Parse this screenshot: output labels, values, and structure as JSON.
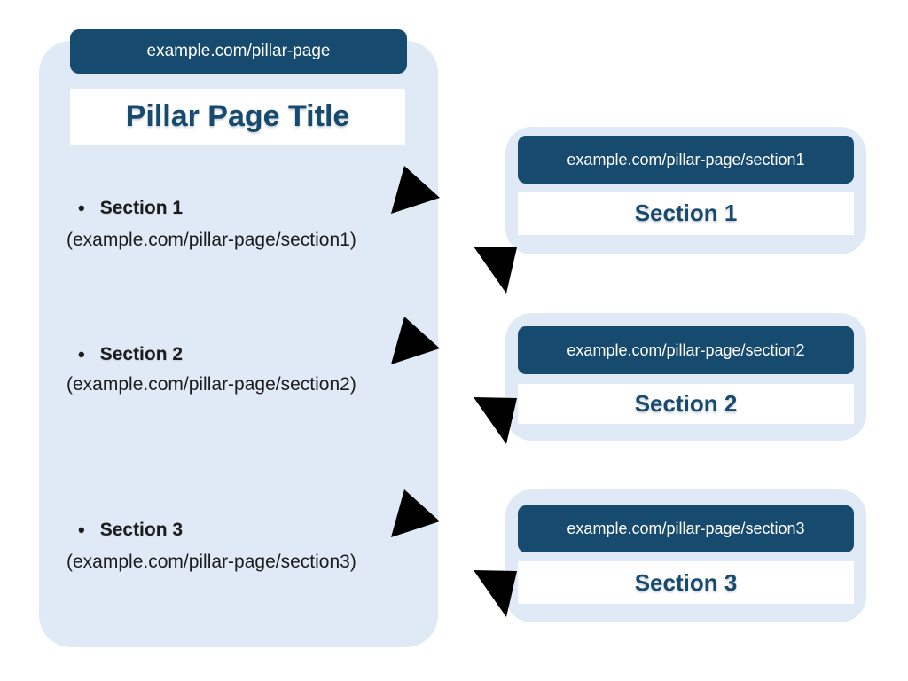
{
  "colors": {
    "bg": "#ffffff",
    "white": "#ffffff",
    "navy": "#164a6e",
    "panel": "#e0eaf7",
    "arrow": "#aac3de",
    "body_text": "#1c1c1c"
  },
  "pillar": {
    "url": "example.com/pillar-page",
    "title": "Pillar Page Title",
    "bullet_char": "•",
    "items": [
      {
        "label": "Section 1",
        "url_note": "(example.com/pillar-page/section1)"
      },
      {
        "label": "Section 2",
        "url_note": "(example.com/pillar-page/section2)"
      },
      {
        "label": "Section 3",
        "url_note": "(example.com/pillar-page/section3)"
      }
    ]
  },
  "section_cards": [
    {
      "url": "example.com/pillar-page/section1",
      "title": "Section 1"
    },
    {
      "url": "example.com/pillar-page/section2",
      "title": "Section 2"
    },
    {
      "url": "example.com/pillar-page/section3",
      "title": "Section 3"
    }
  ]
}
